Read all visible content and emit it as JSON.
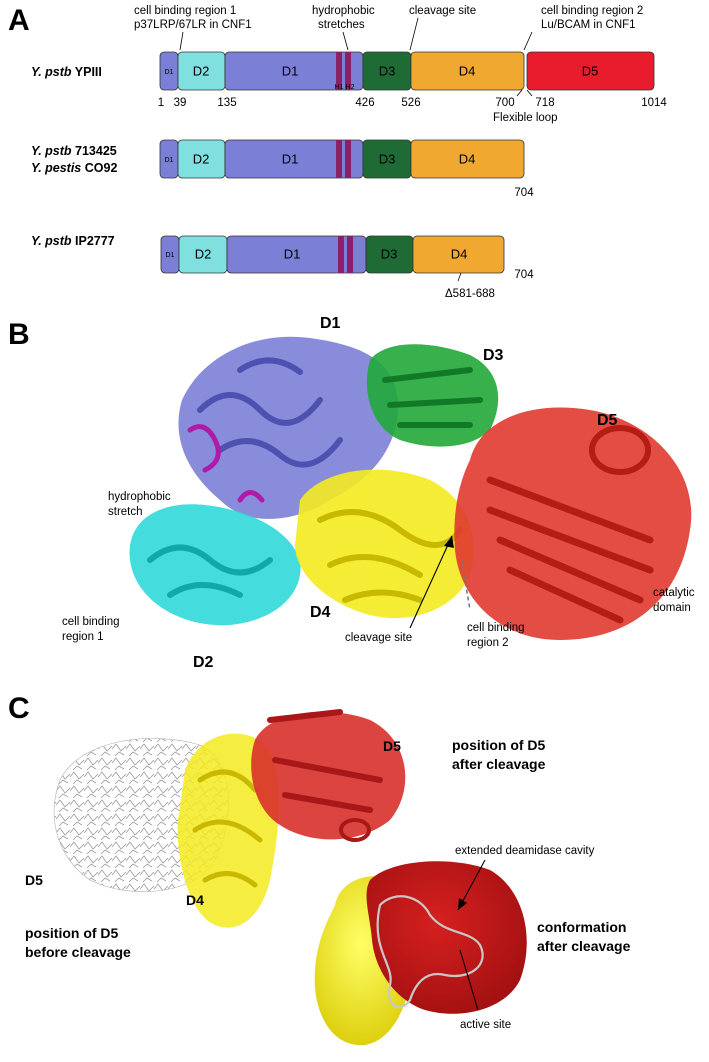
{
  "panel_a": {
    "letter": "A",
    "top_labels": {
      "cell_binding_1_line1": "cell binding region 1",
      "cell_binding_1_line2": "p37LRP/67LR in CNF1",
      "hydrophobic_line1": "hydrophobic",
      "hydrophobic_line2": "stretches",
      "cleavage": "cleavage site",
      "cell_binding_2_line1": "cell binding region 2",
      "cell_binding_2_line2": "Lu/BCAM in CNF1"
    },
    "rows": [
      {
        "strain_italic": "Y. pstb",
        "strain_rest": "YPIII"
      },
      {
        "strain_italic": "Y. pstb",
        "strain_rest": "713425",
        "strain2_italic": "Y. pestis",
        "strain2_rest": "CO92"
      },
      {
        "strain_italic": "Y. pstb",
        "strain_rest": "IP2777"
      }
    ],
    "domains": {
      "d1_small": "D1",
      "d2": "D2",
      "d1": "D1",
      "d3": "D3",
      "d4": "D4",
      "d5": "D5",
      "h1": "H1",
      "h2": "H2"
    },
    "ticks_row1": [
      "1",
      "39",
      "135",
      "426",
      "526",
      "700",
      "718",
      "1014"
    ],
    "flexible_loop": "Flexible loop",
    "tick_row2": "704",
    "tick_row3": "704",
    "deletion": "Δ581-688",
    "colors": {
      "d1": "#7b7fd6",
      "d2": "#80e0e0",
      "d3": "#1f6b36",
      "d4": "#f0a830",
      "d5": "#e81c2c",
      "hydro": "#8a1f6a"
    }
  },
  "panel_b": {
    "letter": "B",
    "labels": {
      "d1": "D1",
      "d3": "D3",
      "d5": "D5",
      "d2": "D2",
      "d4": "D4",
      "hydrophobic_line1": "hydrophobic",
      "hydrophobic_line2": "stretch",
      "cell_binding_1_line1": "cell binding",
      "cell_binding_1_line2": "region 1",
      "cleavage": "cleavage site",
      "cell_binding_2_line1": "cell binding",
      "cell_binding_2_line2": "region 2",
      "catalytic_line1": "catalytic",
      "catalytic_line2": "domain"
    }
  },
  "panel_c": {
    "letter": "C",
    "labels": {
      "d5_top": "D5",
      "after_line1": "position of D5",
      "after_line2": "after cleavage",
      "d5_left": "D5",
      "d4": "D4",
      "before_line1": "position of D5",
      "before_line2": "before cleavage",
      "cavity": "extended deamidase cavity",
      "conf_line1": "conformation",
      "conf_line2": "after cleavage",
      "active": "active site"
    }
  }
}
